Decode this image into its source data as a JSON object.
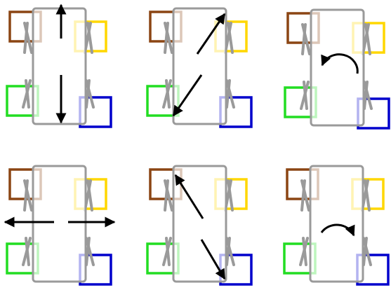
{
  "colors": {
    "frame": "#9a9a9a",
    "arrow": "#000000",
    "front_left": "#8b4513",
    "front_right": "#ffd700",
    "rear_left": "#22dd22",
    "rear_right": "#0000cc",
    "background": "#ffffff"
  },
  "panels": [
    {
      "id": "forward-backward",
      "motion": "vertical-both",
      "arrows": "vertical"
    },
    {
      "id": "diagonal-right",
      "motion": "diagonal-ne-sw",
      "arrows": "diagonal-ne-sw"
    },
    {
      "id": "rotate-ccw",
      "motion": "rotate-counterclockwise",
      "arrows": "ccw"
    },
    {
      "id": "strafe-left-right",
      "motion": "horizontal-both",
      "arrows": "horizontal"
    },
    {
      "id": "diagonal-left",
      "motion": "diagonal-nw-se",
      "arrows": "diagonal-nw-se"
    },
    {
      "id": "rotate-cw",
      "motion": "rotate-clockwise",
      "arrows": "cw"
    }
  ]
}
